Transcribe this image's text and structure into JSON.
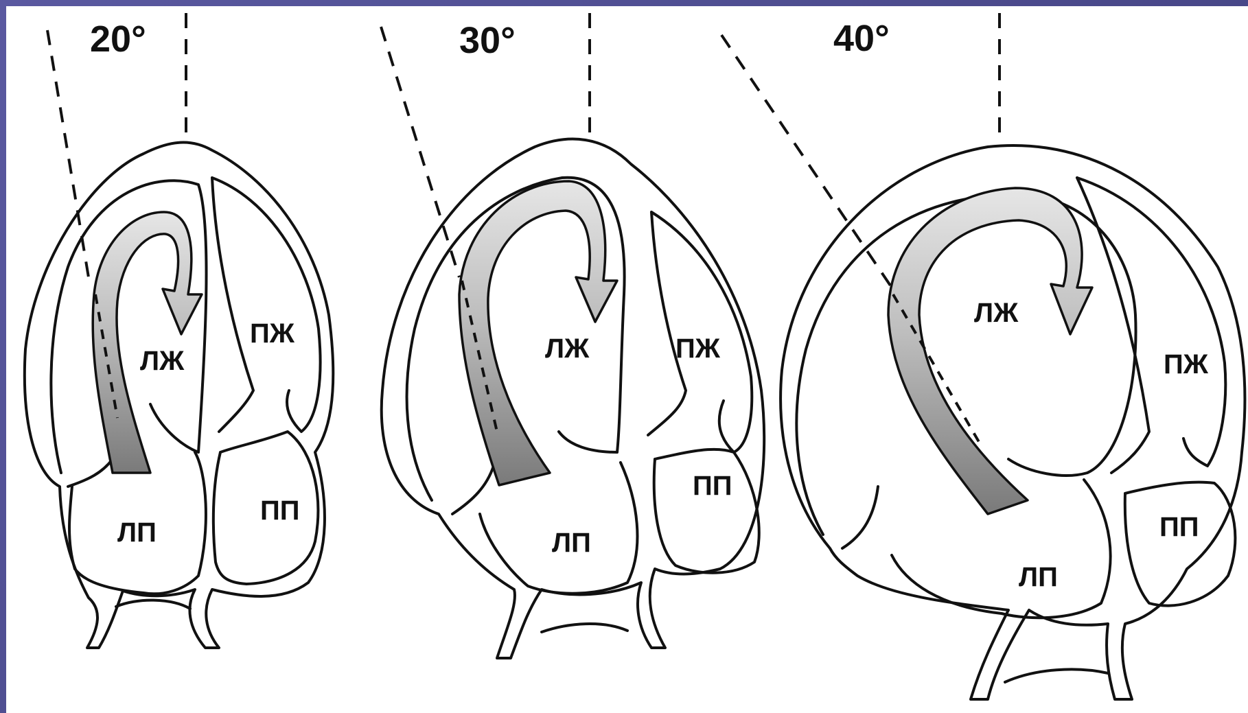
{
  "colors": {
    "frame": "#4b4a8c",
    "background": "#ffffff",
    "line": "#111111",
    "arrow_dark": "#7f7f7f",
    "arrow_light": "#e2e2e2"
  },
  "panels": [
    {
      "angle": "20°",
      "labels": {
        "lv": "ЛЖ",
        "rv": "ПЖ",
        "la": "ЛП",
        "ra": "ПП"
      }
    },
    {
      "angle": "30°",
      "labels": {
        "lv": "ЛЖ",
        "rv": "ПЖ",
        "la": "ЛП",
        "ra": "ПП"
      }
    },
    {
      "angle": "40°",
      "labels": {
        "lv": "ЛЖ",
        "rv": "ПЖ",
        "la": "ЛП",
        "ra": "ПП"
      }
    }
  ]
}
